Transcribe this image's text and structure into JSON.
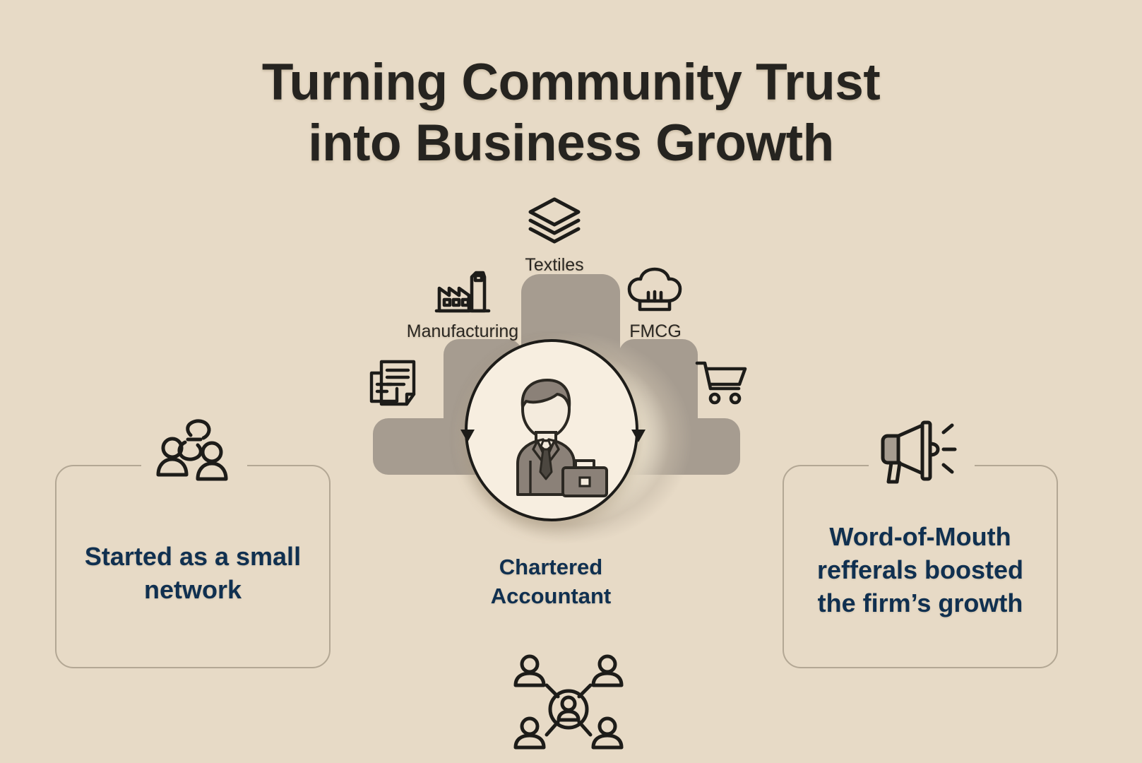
{
  "background_color": "#e7dac6",
  "title": {
    "lines": [
      "Turning Community Trust",
      "into Business Growth"
    ],
    "color": "#262420"
  },
  "center": {
    "icon": "businessman-icon",
    "caption_lines": [
      "Chartered",
      "Accountant"
    ],
    "caption_color": "#103050",
    "circle_fill": "#f7eee0",
    "circle_stroke": "#1d1c19",
    "scaffold_color": "#a69c90",
    "network_icon": "people-network-icon"
  },
  "industries": [
    {
      "id": "textiles",
      "label": "Textiles",
      "icon": "layers-icon"
    },
    {
      "id": "manufacturing",
      "label": "Manufacturing",
      "icon": "factory-icon"
    },
    {
      "id": "fmcg",
      "label": "FMCG",
      "icon": "chef-hat-icon"
    }
  ],
  "side_icons": [
    {
      "id": "documents",
      "icon": "documents-icon"
    },
    {
      "id": "retail",
      "icon": "shopping-cart-icon"
    }
  ],
  "cards": [
    {
      "id": "left",
      "icon": "people-link-icon",
      "lines": [
        "Started as a small",
        "network"
      ],
      "text_color": "#103050",
      "border_color": "#b3a794"
    },
    {
      "id": "right",
      "icon": "megaphone-icon",
      "lines": [
        "Word-of-Mouth",
        "refferals boosted",
        "the firm’s growth"
      ],
      "text_color": "#103050",
      "border_color": "#b3a794"
    }
  ]
}
